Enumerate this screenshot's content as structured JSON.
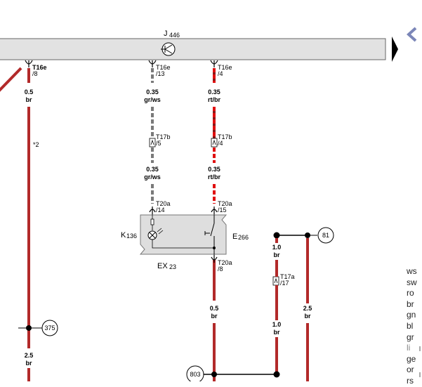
{
  "component_bar": {
    "name": "J",
    "index": "446"
  },
  "connectors": {
    "t16e_8": {
      "name": "T16e",
      "pin": "/8"
    },
    "t16e_13": {
      "name": "T16e",
      "pin": "/13"
    },
    "t16e_4": {
      "name": "T16e",
      "pin": "/4"
    },
    "t17b_5": {
      "name": "T17b",
      "pin": "/5"
    },
    "t17b_4": {
      "name": "T17b",
      "pin": "/4"
    },
    "t20a_14": {
      "name": "T20a",
      "pin": "/14"
    },
    "t20a_15": {
      "name": "T20a",
      "pin": "/15"
    },
    "t20a_8": {
      "name": "T20a",
      "pin": "/8"
    },
    "t17a_17": {
      "name": "T17a",
      "pin": "/17"
    }
  },
  "wires": {
    "left_top": {
      "size": "0.5",
      "color": "br"
    },
    "left_note": "*2",
    "left_bottom": {
      "size": "2.5",
      "color": "br"
    },
    "mid_top": {
      "size": "0.35",
      "color": "gr/ws"
    },
    "mid_low": {
      "size": "0.35",
      "color": "gr/ws"
    },
    "right_top": {
      "size": "0.35",
      "color": "rt/br"
    },
    "right_low": {
      "size": "0.35",
      "color": "rt/br"
    },
    "right_bottom": {
      "size": "0.5",
      "color": "br"
    },
    "c4_top": {
      "size": "1.0",
      "color": "br"
    },
    "c4_bottom": {
      "size": "1.0",
      "color": "br"
    },
    "c5": {
      "size": "2.5",
      "color": "br"
    }
  },
  "module": {
    "k": {
      "name": "K",
      "index": "136"
    },
    "e": {
      "name": "E",
      "index": "266"
    },
    "ex": {
      "name": "EX",
      "index": "23"
    }
  },
  "references": {
    "ref_375": "375",
    "ref_81": "81",
    "ref_803": "803"
  },
  "legend": [
    "ws",
    "sw",
    "ro",
    "br",
    "gn",
    "bl",
    "gr",
    "li",
    "ge",
    "or",
    "rs"
  ],
  "colors": {
    "wire_brown": "#b22a2a",
    "wire_red": "#e01010",
    "wire_grey": "#7a7a7a",
    "bar_fill": "#e2e2e2",
    "module_fill": "#dedede",
    "nav_arrow": "#7b86b8"
  }
}
